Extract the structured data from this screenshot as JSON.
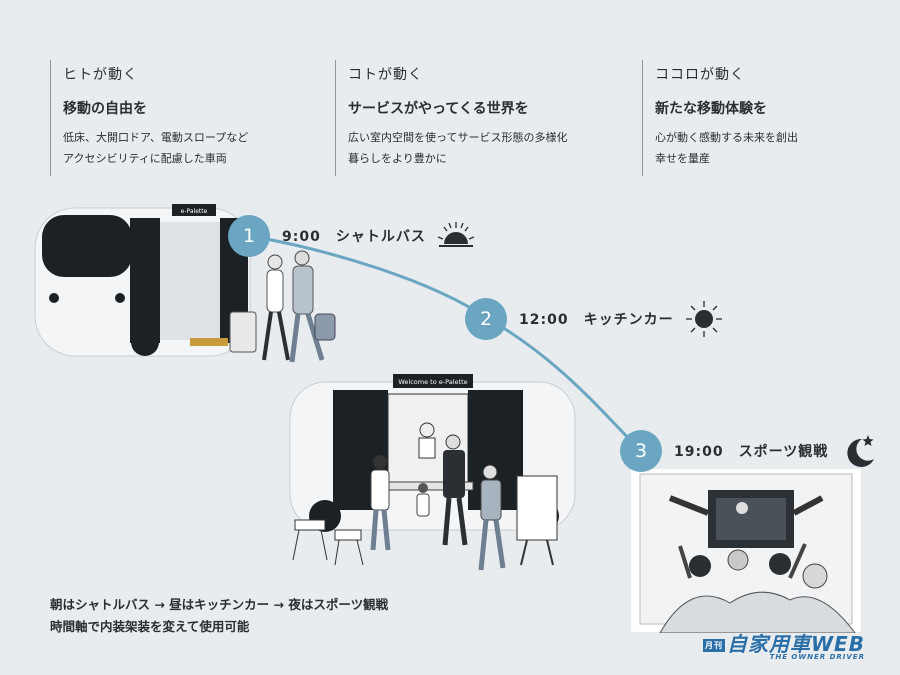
{
  "columns": [
    {
      "title": "ヒトが動く",
      "subtitle": "移動の自由を",
      "lines": [
        "低床、大開口ドア、電動スロープなど",
        "アクセシビリティに配慮した車両"
      ]
    },
    {
      "title": "コトが動く",
      "subtitle": "サービスがやってくる世界を",
      "lines": [
        "広い室内空間を使ってサービス形態の多様化",
        "暮らしをより豊かに"
      ]
    },
    {
      "title": "ココロが動く",
      "subtitle": "新たな移動体験を",
      "lines": [
        "心が動く感動する未来を創出",
        "幸せを量産"
      ]
    }
  ],
  "steps": [
    {
      "number": "1",
      "label": "9:00　シャトルバス",
      "icon": "sunrise-icon"
    },
    {
      "number": "2",
      "label": "12:00　キッチンカー",
      "icon": "sun-icon"
    },
    {
      "number": "3",
      "label": "19:00　スポーツ観戦",
      "icon": "moon-star-icon"
    }
  ],
  "bus_signs": {
    "shuttle": "e-Palette",
    "kitchen": "Welcome to e-Palette"
  },
  "footer": {
    "line1": "朝はシャトルバス → 昼はキッチンカー → 夜はスポーツ観戦",
    "line2": "時間軸で内装架装を変えて使用可能"
  },
  "logo": {
    "badge": "月刊",
    "name": "自家用車WEB",
    "tagline": "THE OWNER DRIVER"
  },
  "colors": {
    "background": "#e8ecef",
    "accent": "#6aa6c1",
    "text": "#2a2e33",
    "logo": "#2b6fa8"
  }
}
